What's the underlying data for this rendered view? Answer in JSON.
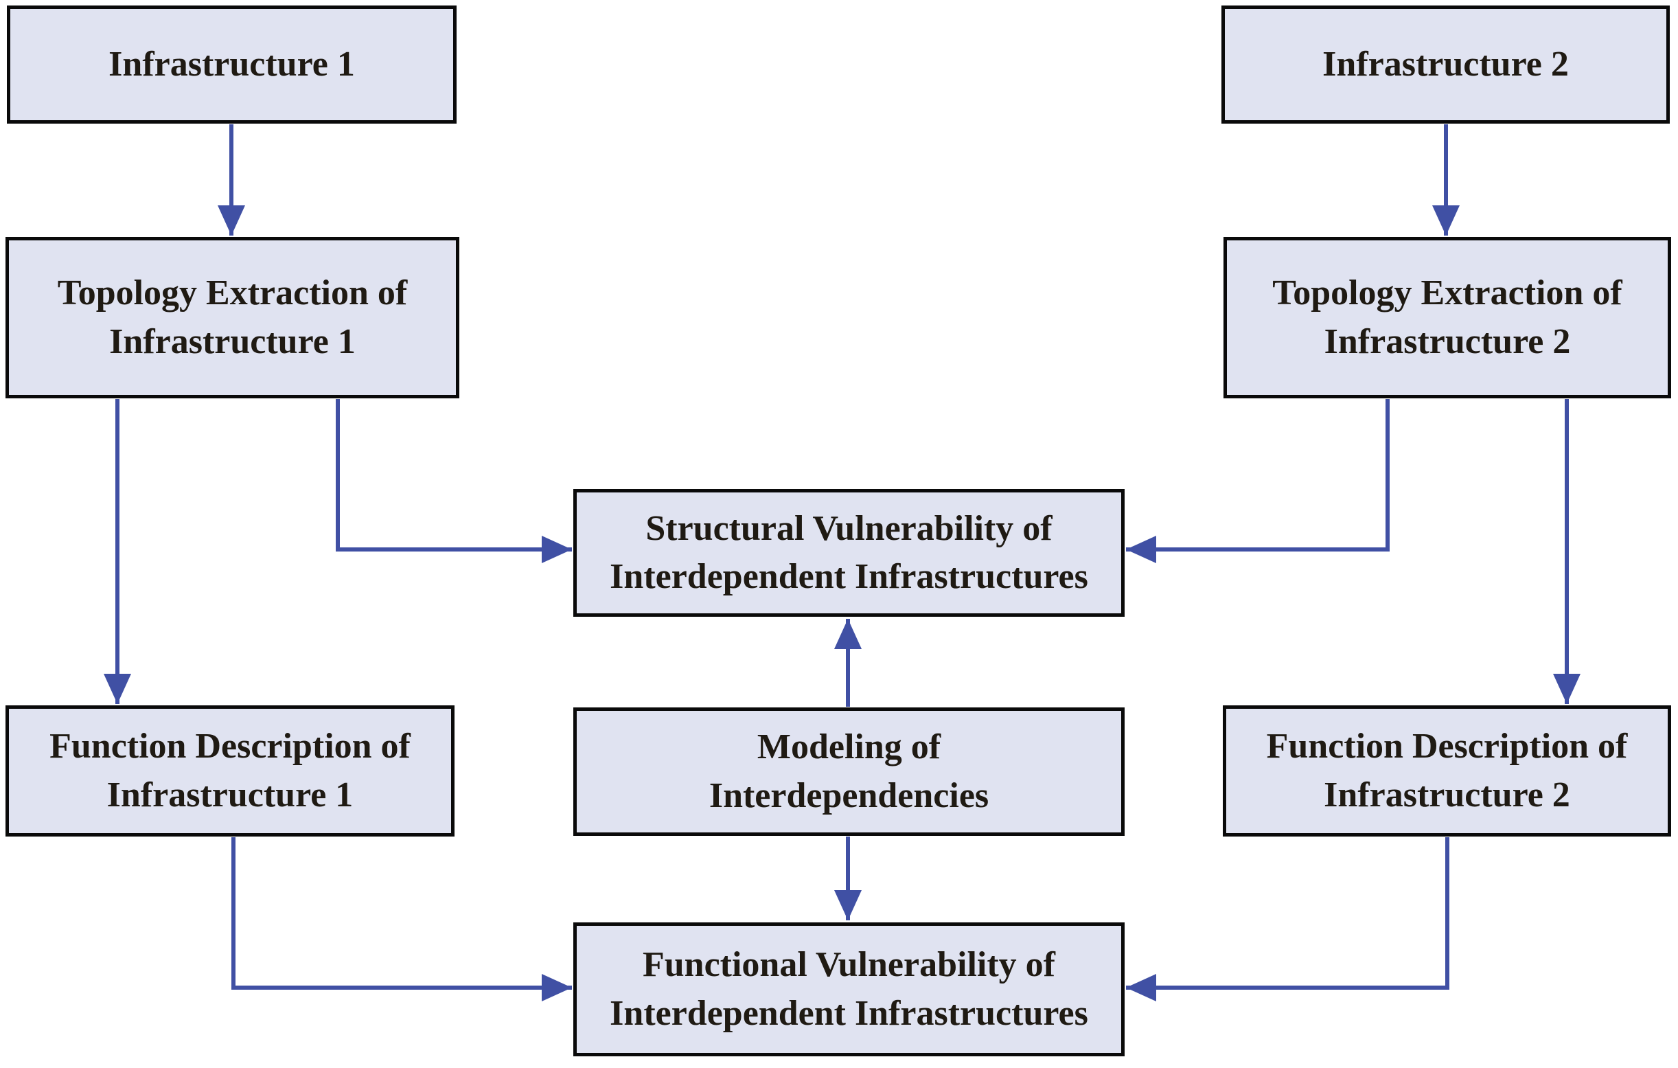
{
  "diagram": {
    "colors": {
      "node_fill": "#e0e3f1",
      "node_border": "#0a0a0a",
      "arrow": "#4050a4",
      "text": "#1f1a13",
      "background": "#ffffff"
    },
    "nodes": {
      "infrastructure_1": {
        "label": "Infrastructure 1"
      },
      "infrastructure_2": {
        "label": "Infrastructure 2"
      },
      "topology_extraction_1": {
        "label": "Topology Extraction of\nInfrastructure 1"
      },
      "topology_extraction_2": {
        "label": "Topology Extraction of\nInfrastructure 2"
      },
      "structural_vulnerability": {
        "label": "Structural Vulnerability of\nInterdependent Infrastructures"
      },
      "function_description_1": {
        "label": "Function Description of\nInfrastructure 1"
      },
      "modeling_of_interdependencies": {
        "label": "Modeling of\nInterdependencies"
      },
      "function_description_2": {
        "label": "Function Description of\nInfrastructure 2"
      },
      "functional_vulnerability": {
        "label": "Functional Vulnerability of\nInterdependent Infrastructures"
      }
    },
    "edges": [
      {
        "from": "infrastructure_1",
        "to": "topology_extraction_1"
      },
      {
        "from": "infrastructure_2",
        "to": "topology_extraction_2"
      },
      {
        "from": "topology_extraction_1",
        "to": "function_description_1"
      },
      {
        "from": "topology_extraction_1",
        "to": "structural_vulnerability"
      },
      {
        "from": "topology_extraction_2",
        "to": "structural_vulnerability"
      },
      {
        "from": "topology_extraction_2",
        "to": "function_description_2"
      },
      {
        "from": "modeling_of_interdependencies",
        "to": "structural_vulnerability"
      },
      {
        "from": "modeling_of_interdependencies",
        "to": "functional_vulnerability"
      },
      {
        "from": "function_description_1",
        "to": "functional_vulnerability"
      },
      {
        "from": "function_description_2",
        "to": "functional_vulnerability"
      }
    ]
  }
}
